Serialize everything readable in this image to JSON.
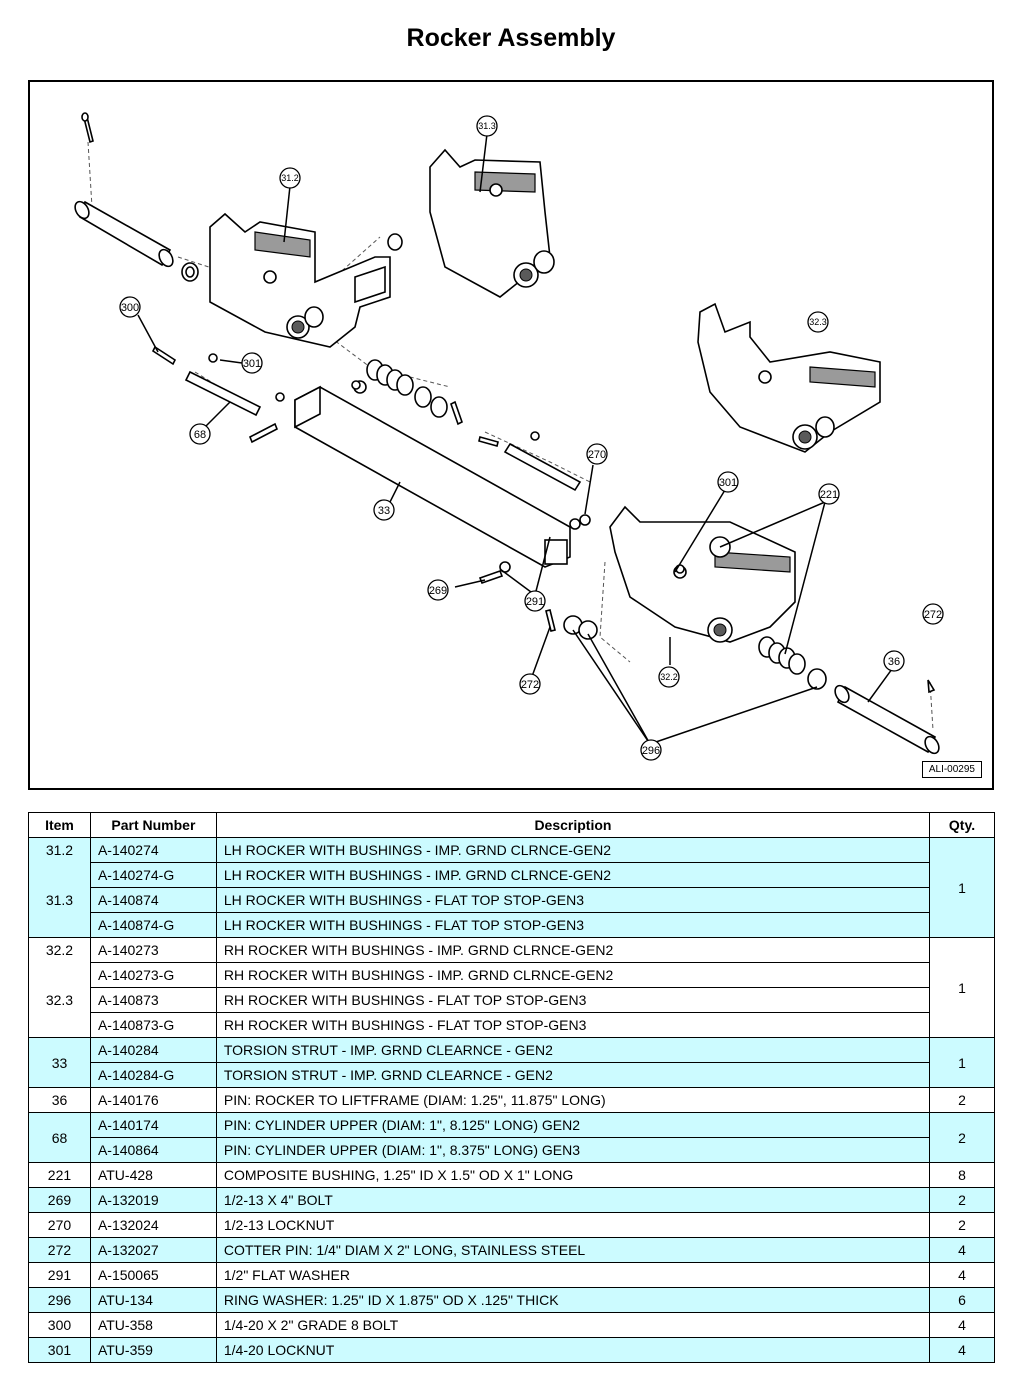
{
  "title": "Rocker Assembly",
  "diagram": {
    "reference_label": "ALI-00295",
    "callouts": [
      "31.3",
      "31.2",
      "300",
      "301",
      "68",
      "33",
      "270",
      "301",
      "221",
      "32.3",
      "269",
      "291",
      "272",
      "32.2",
      "272",
      "36",
      "296"
    ]
  },
  "table": {
    "headers": {
      "item": "Item",
      "part_number": "Part Number",
      "description": "Description",
      "qty": "Qty."
    },
    "groups": [
      {
        "item": [
          "31.2",
          "",
          "31.3",
          ""
        ],
        "qty": "1",
        "shade": "blue",
        "rows": [
          {
            "pn": "A-140274",
            "desc": "LH ROCKER WITH BUSHINGS - IMP. GRND CLRNCE-GEN2"
          },
          {
            "pn": "A-140274-G",
            "desc": "LH ROCKER WITH BUSHINGS - IMP. GRND CLRNCE-GEN2"
          },
          {
            "pn": "A-140874",
            "desc": "LH ROCKER WITH BUSHINGS - FLAT TOP STOP-GEN3"
          },
          {
            "pn": "A-140874-G",
            "desc": "LH ROCKER WITH BUSHINGS - FLAT TOP STOP-GEN3"
          }
        ]
      },
      {
        "item": [
          "32.2",
          "",
          "32.3",
          ""
        ],
        "qty": "1",
        "shade": "white",
        "rows": [
          {
            "pn": "A-140273",
            "desc": "RH ROCKER WITH BUSHINGS - IMP. GRND CLRNCE-GEN2"
          },
          {
            "pn": "A-140273-G",
            "desc": "RH ROCKER WITH BUSHINGS - IMP. GRND CLRNCE-GEN2"
          },
          {
            "pn": "A-140873",
            "desc": "RH ROCKER WITH BUSHINGS - FLAT TOP STOP-GEN3"
          },
          {
            "pn": "A-140873-G",
            "desc": "RH ROCKER WITH BUSHINGS - FLAT TOP STOP-GEN3"
          }
        ]
      },
      {
        "item": [
          "33"
        ],
        "qty": "1",
        "shade": "blue",
        "rows": [
          {
            "pn": "A-140284",
            "desc": "TORSION STRUT - IMP. GRND CLEARNCE - GEN2"
          },
          {
            "pn": "A-140284-G",
            "desc": "TORSION STRUT - IMP. GRND CLEARNCE - GEN2"
          }
        ]
      },
      {
        "item": [
          "36"
        ],
        "qty": "2",
        "shade": "white",
        "rows": [
          {
            "pn": "A-140176",
            "desc": "PIN: ROCKER TO LIFTFRAME (DIAM: 1.25\", 11.875\" LONG)"
          }
        ]
      },
      {
        "item": [
          "68"
        ],
        "qty": "2",
        "shade": "blue",
        "rows": [
          {
            "pn": "A-140174",
            "desc": "PIN: CYLINDER UPPER (DIAM: 1\", 8.125\" LONG) GEN2"
          },
          {
            "pn": "A-140864",
            "desc": "PIN: CYLINDER UPPER (DIAM: 1\", 8.375\" LONG) GEN3"
          }
        ]
      },
      {
        "item": [
          "221"
        ],
        "qty": "8",
        "shade": "white",
        "rows": [
          {
            "pn": "ATU-428",
            "desc": "COMPOSITE BUSHING, 1.25\" ID X 1.5\" OD X 1\" LONG"
          }
        ]
      },
      {
        "item": [
          "269"
        ],
        "qty": "2",
        "shade": "blue",
        "rows": [
          {
            "pn": "A-132019",
            "desc": "1/2-13 X 4\" BOLT"
          }
        ]
      },
      {
        "item": [
          "270"
        ],
        "qty": "2",
        "shade": "white",
        "rows": [
          {
            "pn": "A-132024",
            "desc": "1/2-13 LOCKNUT"
          }
        ]
      },
      {
        "item": [
          "272"
        ],
        "qty": "4",
        "shade": "blue",
        "rows": [
          {
            "pn": "A-132027",
            "desc": "COTTER PIN: 1/4\" DIAM X 2\" LONG, STAINLESS STEEL"
          }
        ]
      },
      {
        "item": [
          "291"
        ],
        "qty": "4",
        "shade": "white",
        "rows": [
          {
            "pn": "A-150065",
            "desc": "1/2\" FLAT WASHER"
          }
        ]
      },
      {
        "item": [
          "296"
        ],
        "qty": "6",
        "shade": "blue",
        "rows": [
          {
            "pn": "ATU-134",
            "desc": "RING WASHER: 1.25\" ID X 1.875\" OD X .125\" THICK"
          }
        ]
      },
      {
        "item": [
          "300"
        ],
        "qty": "4",
        "shade": "white",
        "rows": [
          {
            "pn": "ATU-358",
            "desc": "1/4-20 X 2\" GRADE 8 BOLT"
          }
        ]
      },
      {
        "item": [
          "301"
        ],
        "qty": "4",
        "shade": "blue",
        "rows": [
          {
            "pn": "ATU-359",
            "desc": "1/4-20 LOCKNUT"
          }
        ]
      }
    ]
  }
}
